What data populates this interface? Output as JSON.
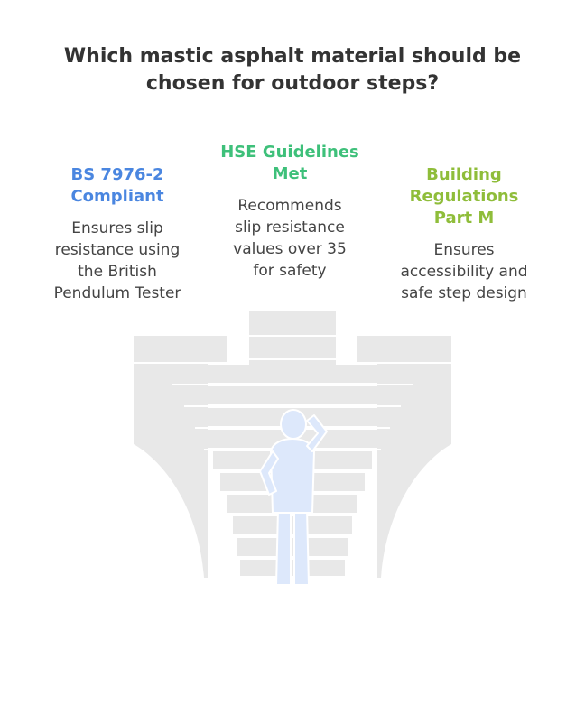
{
  "title": "Which mastic asphalt material should be\nchosen for outdoor steps?",
  "options": [
    {
      "heading": "BS 7976-2\nCompliant",
      "description": "Ensures slip\nresistance using\nthe British\nPendulum Tester",
      "color": "#4a86e0"
    },
    {
      "heading": "HSE Guidelines\nMet",
      "description": "Recommends\nslip resistance\nvalues over 35\nfor safety",
      "color": "#3ec07a"
    },
    {
      "heading": "Building\nRegulations\nPart M",
      "description": "Ensures\naccessibility and\nsafe step design",
      "color": "#8fbd3a"
    }
  ],
  "illustration": {
    "stairs_color": "#e8e8e8",
    "person_color": "#dde8fb",
    "person_outline": "#ffffff"
  }
}
